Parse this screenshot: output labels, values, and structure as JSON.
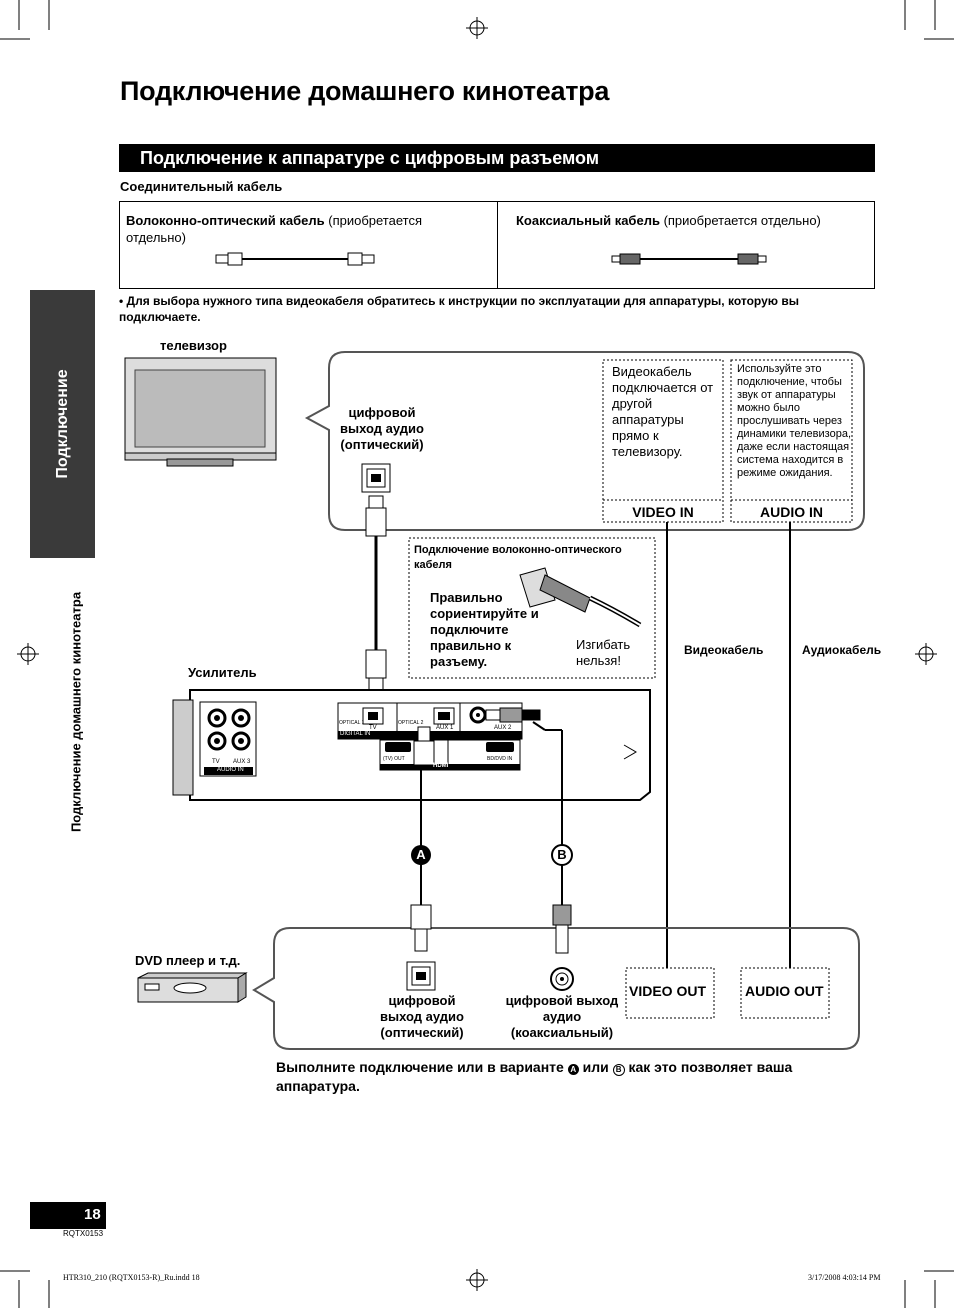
{
  "page_title": "Подключение домашнего кинотеатра",
  "section_title": "Подключение к аппаратуре с цифровым разъемом",
  "cable_heading": "Соединительный кабель",
  "cables": {
    "optical_name": "Волоконно-оптический кабель",
    "optical_suffix": " (приобретается отдельно)",
    "coaxial_name": "Коаксиальный кабель",
    "coaxial_suffix": " (приобретается отдельно)"
  },
  "note": "•  Для выбора нужного типа видеокабеля обратитесь к инструкции по эксплуатации для аппаратуры, которую вы подключаете.",
  "side_tab": "Подключение",
  "side_long": "Подключение домашнего кинотеатра",
  "tv": {
    "label": "телевизор",
    "optical_out": "цифровой выход аудио (оптический)",
    "video_note": "Видеокабель подключается от другой аппаратуры прямо к телевизору.",
    "audio_note": "Используйте это подключение, чтобы звук от аппаратуры можно было прослушивать через динамики телевизора, даже если настоящая система находится в режиме ожидания.",
    "video_in": "VIDEO IN",
    "audio_in": "AUDIO IN"
  },
  "optical_box": {
    "title": "Подключение волоконно-оптического кабеля",
    "instruction": "Правильно сориентируйте и подключите правильно к разъему.",
    "bend": "Изгибать нельзя!"
  },
  "cable_labels": {
    "video": "Видеокабель",
    "audio": "Аудиокабель"
  },
  "amplifier": {
    "label": "Усилитель",
    "tv": "TV",
    "aux3": "AUX 3",
    "audio_in": "AUDIO IN",
    "optical1": "OPTICAL 1",
    "optical2": "OPTICAL 2",
    "aux1": "AUX 1",
    "aux2": "AUX 2",
    "digital_in": "DIGITAL IN",
    "tv_out": "(TV) OUT",
    "bd_dvd_in": "BD/DVD IN",
    "hdmi": "HDMI"
  },
  "markers": {
    "a": "A",
    "b": "B"
  },
  "dvd": {
    "label": "DVD плеер и т.д.",
    "optical_out": "цифровой выход аудио (оптический)",
    "coaxial_out": "цифровой выход аудио (коаксиальный)",
    "video_out": "VIDEO OUT",
    "audio_out": "AUDIO OUT"
  },
  "instruction": {
    "part1": "Выполните подключение или в варианте ",
    "mark_a": "A",
    "part2": " или ",
    "mark_b": "B",
    "part3": " как это позволяет ваша аппаратура."
  },
  "page_number": "18",
  "doc_code": "RQTX0153",
  "footer_left": "HTR310_210 (RQTX0153-R)_Ru.indd   18",
  "footer_right": "3/17/2008   4:03:14 PM"
}
